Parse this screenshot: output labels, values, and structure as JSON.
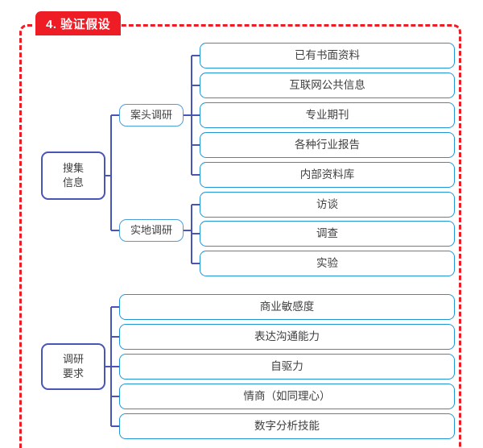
{
  "section": {
    "badge_label": "4. 验证假设",
    "badge_color": "#ee1c25",
    "frame_style": "dashed"
  },
  "theme": {
    "level1_border": "#4a55b8",
    "level2_border": "#4a9fd8",
    "leaf_border": "#2196d6",
    "connector": "#4a55b8",
    "text": "#404040",
    "background": "#ffffff"
  },
  "tree": {
    "branches": [
      {
        "id": "gather-info",
        "label": "搜集\n信息",
        "children": [
          {
            "id": "desk-research",
            "label": "案头调研",
            "leaves": [
              {
                "id": "written-materials",
                "label": "已有书面资料"
              },
              {
                "id": "internet-public-info",
                "label": "互联网公共信息"
              },
              {
                "id": "professional-journals",
                "label": "专业期刊"
              },
              {
                "id": "industry-reports",
                "label": "各种行业报告"
              },
              {
                "id": "internal-database",
                "label": "内部资料库"
              }
            ]
          },
          {
            "id": "field-research",
            "label": "实地调研",
            "leaves": [
              {
                "id": "interview",
                "label": "访谈"
              },
              {
                "id": "survey",
                "label": "调查"
              },
              {
                "id": "experiment",
                "label": "实验"
              }
            ]
          }
        ]
      },
      {
        "id": "research-requirements",
        "label": "调研\n要求",
        "children": [],
        "leaves": [
          {
            "id": "business-acumen",
            "label": "商业敏感度"
          },
          {
            "id": "communication-skill",
            "label": "表达沟通能力"
          },
          {
            "id": "self-motivation",
            "label": "自驱力"
          },
          {
            "id": "emotional-intelligence",
            "label": "情商（如同理心）"
          },
          {
            "id": "numeric-analysis",
            "label": "数字分析技能"
          }
        ]
      }
    ]
  }
}
